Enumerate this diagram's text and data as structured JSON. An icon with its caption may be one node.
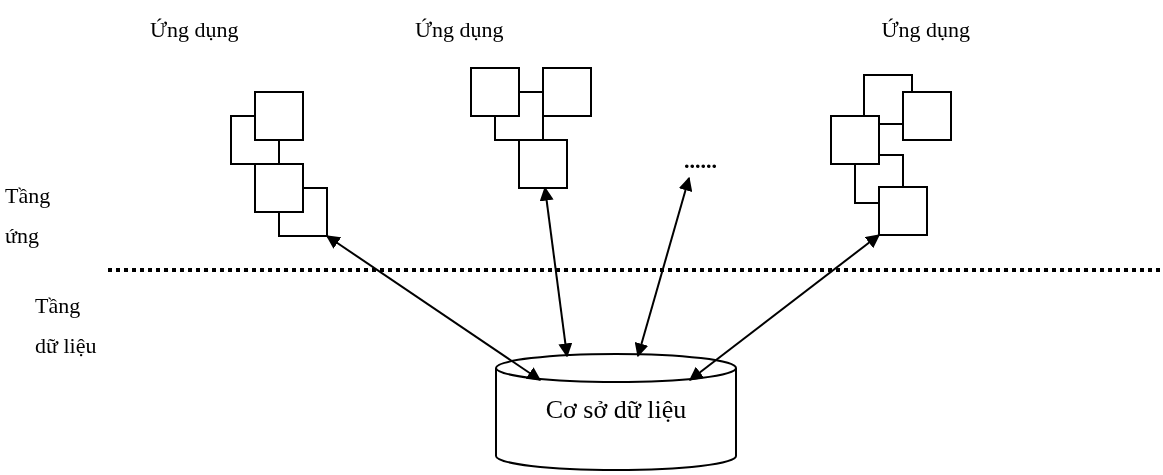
{
  "diagram": {
    "nodes": [
      {
        "text": [
          "Ứng dụng"
        ]
      },
      {
        "text": [
          "Ứng dụng"
        ]
      },
      {
        "text": [
          "......"
        ]
      },
      {
        "text": [
          "Ứng dụng"
        ]
      },
      {
        "text": [
          "Cơ sở dữ liệu"
        ]
      }
    ],
    "edges": [
      {
        "from": 0,
        "to": 4,
        "arrow": "both"
      },
      {
        "from": 1,
        "to": 4,
        "arrow": "both"
      },
      {
        "from": 2,
        "to": 4,
        "arrow": "both"
      },
      {
        "from": 3,
        "to": 4,
        "arrow": "both"
      }
    ],
    "labels": [
      "Tầng ứng",
      "Tầng dữ liệu"
    ]
  }
}
